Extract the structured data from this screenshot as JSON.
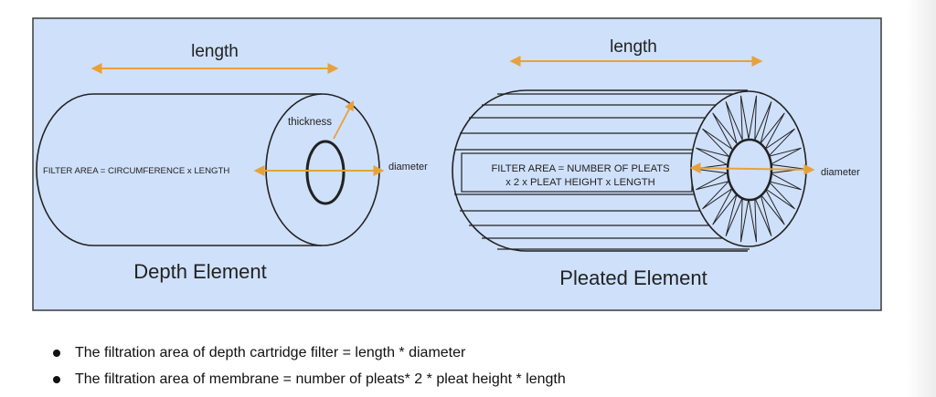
{
  "colors": {
    "panel_fill": "#cfe0fa",
    "panel_border": "#3a3a3a",
    "dimension_arrow": "#e8a13a",
    "outline": "#222222"
  },
  "depth": {
    "length_label": "length",
    "thickness_label": "thickness",
    "diameter_label": "diameter",
    "formula": "FILTER AREA = CIRCUMFERENCE x LENGTH",
    "caption": "Depth Element"
  },
  "pleated": {
    "length_label": "length",
    "diameter_label": "diameter",
    "formula_line1": "FILTER AREA = NUMBER OF PLEATS",
    "formula_line2": "x 2 x PLEAT HEIGHT x LENGTH",
    "caption": "Pleated Element"
  },
  "bullets": [
    "The filtration area of depth cartridge filter =  length *  diameter",
    "The filtration area of membrane = number of pleats* 2 * pleat height * length"
  ]
}
